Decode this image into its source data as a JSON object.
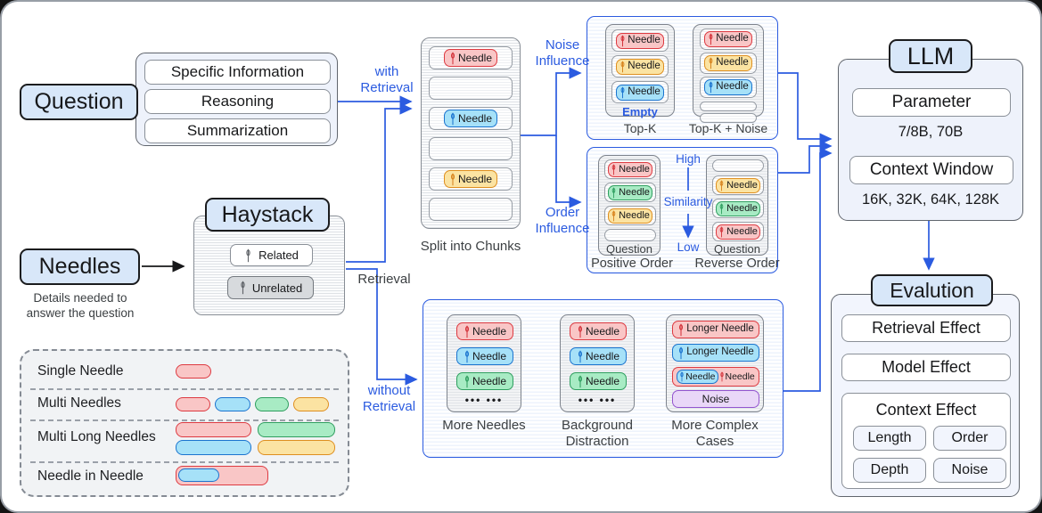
{
  "labels": {
    "needle": "Needle",
    "longer_needle": "Longer Needle",
    "noise": "Noise",
    "empty": "Empty",
    "dots": "••• •••",
    "question_footer": "Question"
  },
  "question": {
    "title": "Question",
    "items": [
      "Specific Information",
      "Reasoning",
      "Summarization"
    ]
  },
  "needles": {
    "title": "Needles",
    "caption_lines": [
      "Details needed to",
      "answer the question"
    ]
  },
  "haystack": {
    "title": "Haystack",
    "related": "Related",
    "unrelated": "Unrelated"
  },
  "legend": {
    "rows": [
      "Single Needle",
      "Multi Needles",
      "Multi Long Needles",
      "Needle in Needle"
    ]
  },
  "edges": {
    "with_retrieval_lines": [
      "with",
      "Retrieval"
    ],
    "retrieval": "Retrieval",
    "without_retrieval_lines": [
      "without",
      "Retrieval"
    ],
    "noise_influence_lines": [
      "Noise",
      "Influence"
    ],
    "order_influence_lines": [
      "Order",
      "Influence"
    ]
  },
  "chunks": {
    "caption": "Split into Chunks"
  },
  "topk": {
    "left_label": "Top-K",
    "right_label": "Top-K + Noise"
  },
  "order": {
    "high": "High",
    "similarity": "Similarity",
    "low": "Low",
    "positive_label": "Positive Order",
    "reverse_label": "Reverse Order"
  },
  "bottom": {
    "labels": [
      [
        "More Needles"
      ],
      [
        "Background",
        "Distraction"
      ],
      [
        "More Complex",
        "Cases"
      ]
    ]
  },
  "llm": {
    "title": "LLM",
    "parameter_label": "Parameter",
    "parameter_values": "7/8B, 70B",
    "context_label": "Context Window",
    "context_values": "16K, 32K, 64K, 128K"
  },
  "evaluation": {
    "title": "Evalution",
    "rows": [
      "Retrieval Effect",
      "Model Effect"
    ],
    "context_effect_label": "Context Effect",
    "chips": [
      "Length",
      "Order",
      "Depth",
      "Noise"
    ]
  },
  "colors": {
    "accent_blue": "#2b5be0",
    "needle_red": "#dd3a41",
    "needle_blue": "#1b74cf",
    "needle_green": "#2f9e5f",
    "needle_yellow": "#de8f20",
    "noise_purple": "#9355cf",
    "title_chip_bg": "#d8e7f9"
  }
}
